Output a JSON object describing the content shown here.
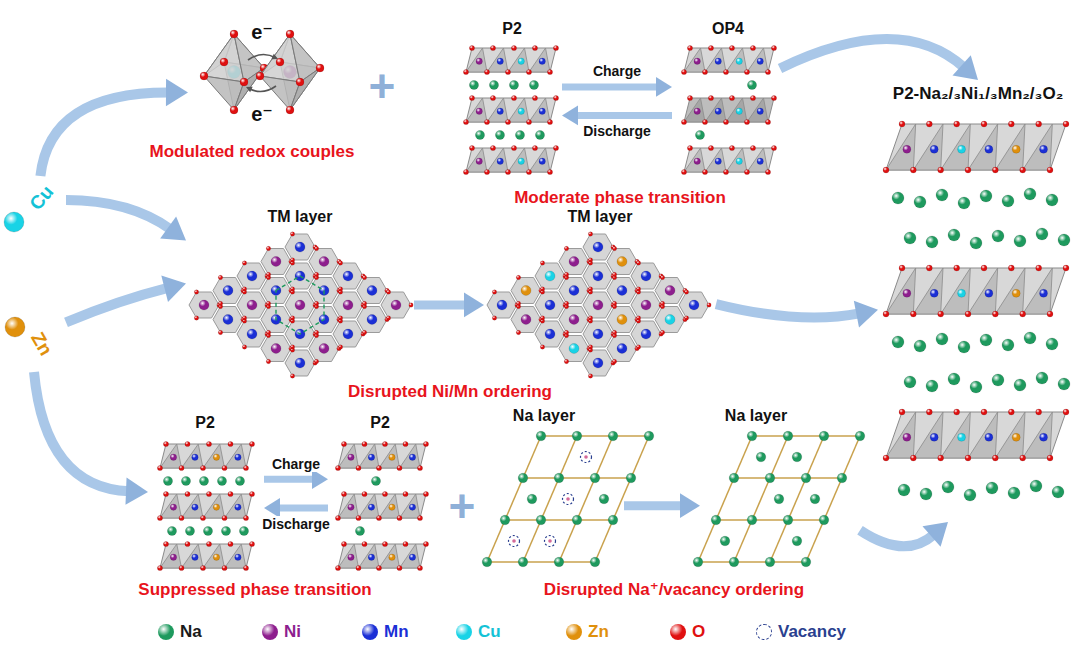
{
  "diagram": {
    "nodes": [
      {
        "text": [
          "Cu"
        ]
      },
      {
        "text": [
          "Zn"
        ]
      },
      {
        "text": [
          "e⁻",
          "e⁻"
        ]
      },
      {
        "text": [
          "P2"
        ]
      },
      {
        "text": [
          "OP4"
        ]
      },
      {
        "text": [
          "TM layer"
        ]
      },
      {
        "text": [
          "TM layer"
        ]
      },
      {
        "text": [
          "P2"
        ]
      },
      {
        "text": [
          "P2"
        ]
      },
      {
        "text": [
          "Na layer"
        ]
      },
      {
        "text": [
          "Na layer"
        ]
      },
      {
        "text": [
          "P2-Na₂/₃Ni₁/₃Mn₂/₃O₂"
        ]
      }
    ],
    "edges": [
      {
        "from": 0,
        "to": 2,
        "arrow": "to"
      },
      {
        "from": 0,
        "to": 5,
        "arrow": "to"
      },
      {
        "from": 1,
        "to": 5,
        "arrow": "to"
      },
      {
        "from": 1,
        "to": 7,
        "arrow": "to"
      },
      {
        "from": 3,
        "to": 4,
        "label": "Charge",
        "arrow": "to"
      },
      {
        "from": 4,
        "to": 3,
        "label": "Discharge",
        "arrow": "to"
      },
      {
        "from": 5,
        "to": 6,
        "arrow": "to"
      },
      {
        "from": 7,
        "to": 8,
        "label": "Charge",
        "arrow": "to"
      },
      {
        "from": 8,
        "to": 7,
        "label": "Discharge",
        "arrow": "to"
      },
      {
        "from": 9,
        "to": 10,
        "arrow": "to"
      },
      {
        "from": 4,
        "to": 11,
        "arrow": "to"
      },
      {
        "from": 6,
        "to": 11,
        "arrow": "to"
      },
      {
        "from": 10,
        "to": 11,
        "arrow": "to"
      }
    ],
    "labels": [
      "Modulated redox couples",
      "+",
      "Moderate phase transition",
      "Disrupted Ni/Mn ordering",
      "Suppressed phase transition",
      "+",
      "Disrupted Na⁺/vacancy ordering"
    ],
    "legend": [
      {
        "text": "Na",
        "color": "#1e9a5e"
      },
      {
        "text": "Ni",
        "color": "#8e1e8e"
      },
      {
        "text": "Mn",
        "color": "#1b2fd6"
      },
      {
        "text": "Cu",
        "color": "#19d3e6"
      },
      {
        "text": "Zn",
        "color": "#e0900c"
      },
      {
        "text": "O",
        "color": "#e01010"
      },
      {
        "text": "Vacancy"
      }
    ]
  }
}
